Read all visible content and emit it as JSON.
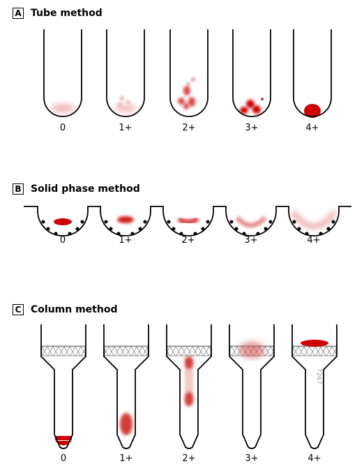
{
  "sections": [
    {
      "letter": "A",
      "title": "Tube method",
      "grades": [
        "0",
        "1+",
        "2+",
        "3+",
        "4+"
      ]
    },
    {
      "letter": "B",
      "title": "Solid phase method",
      "grades": [
        "0",
        "1+",
        "2+",
        "3+",
        "4+"
      ]
    },
    {
      "letter": "C",
      "title": "Column method",
      "grades": [
        "0",
        "1+",
        "2+",
        "3+",
        "4+"
      ]
    }
  ],
  "stamp": "7267",
  "colors": {
    "cells": "#cc0000",
    "outline": "#000000"
  }
}
